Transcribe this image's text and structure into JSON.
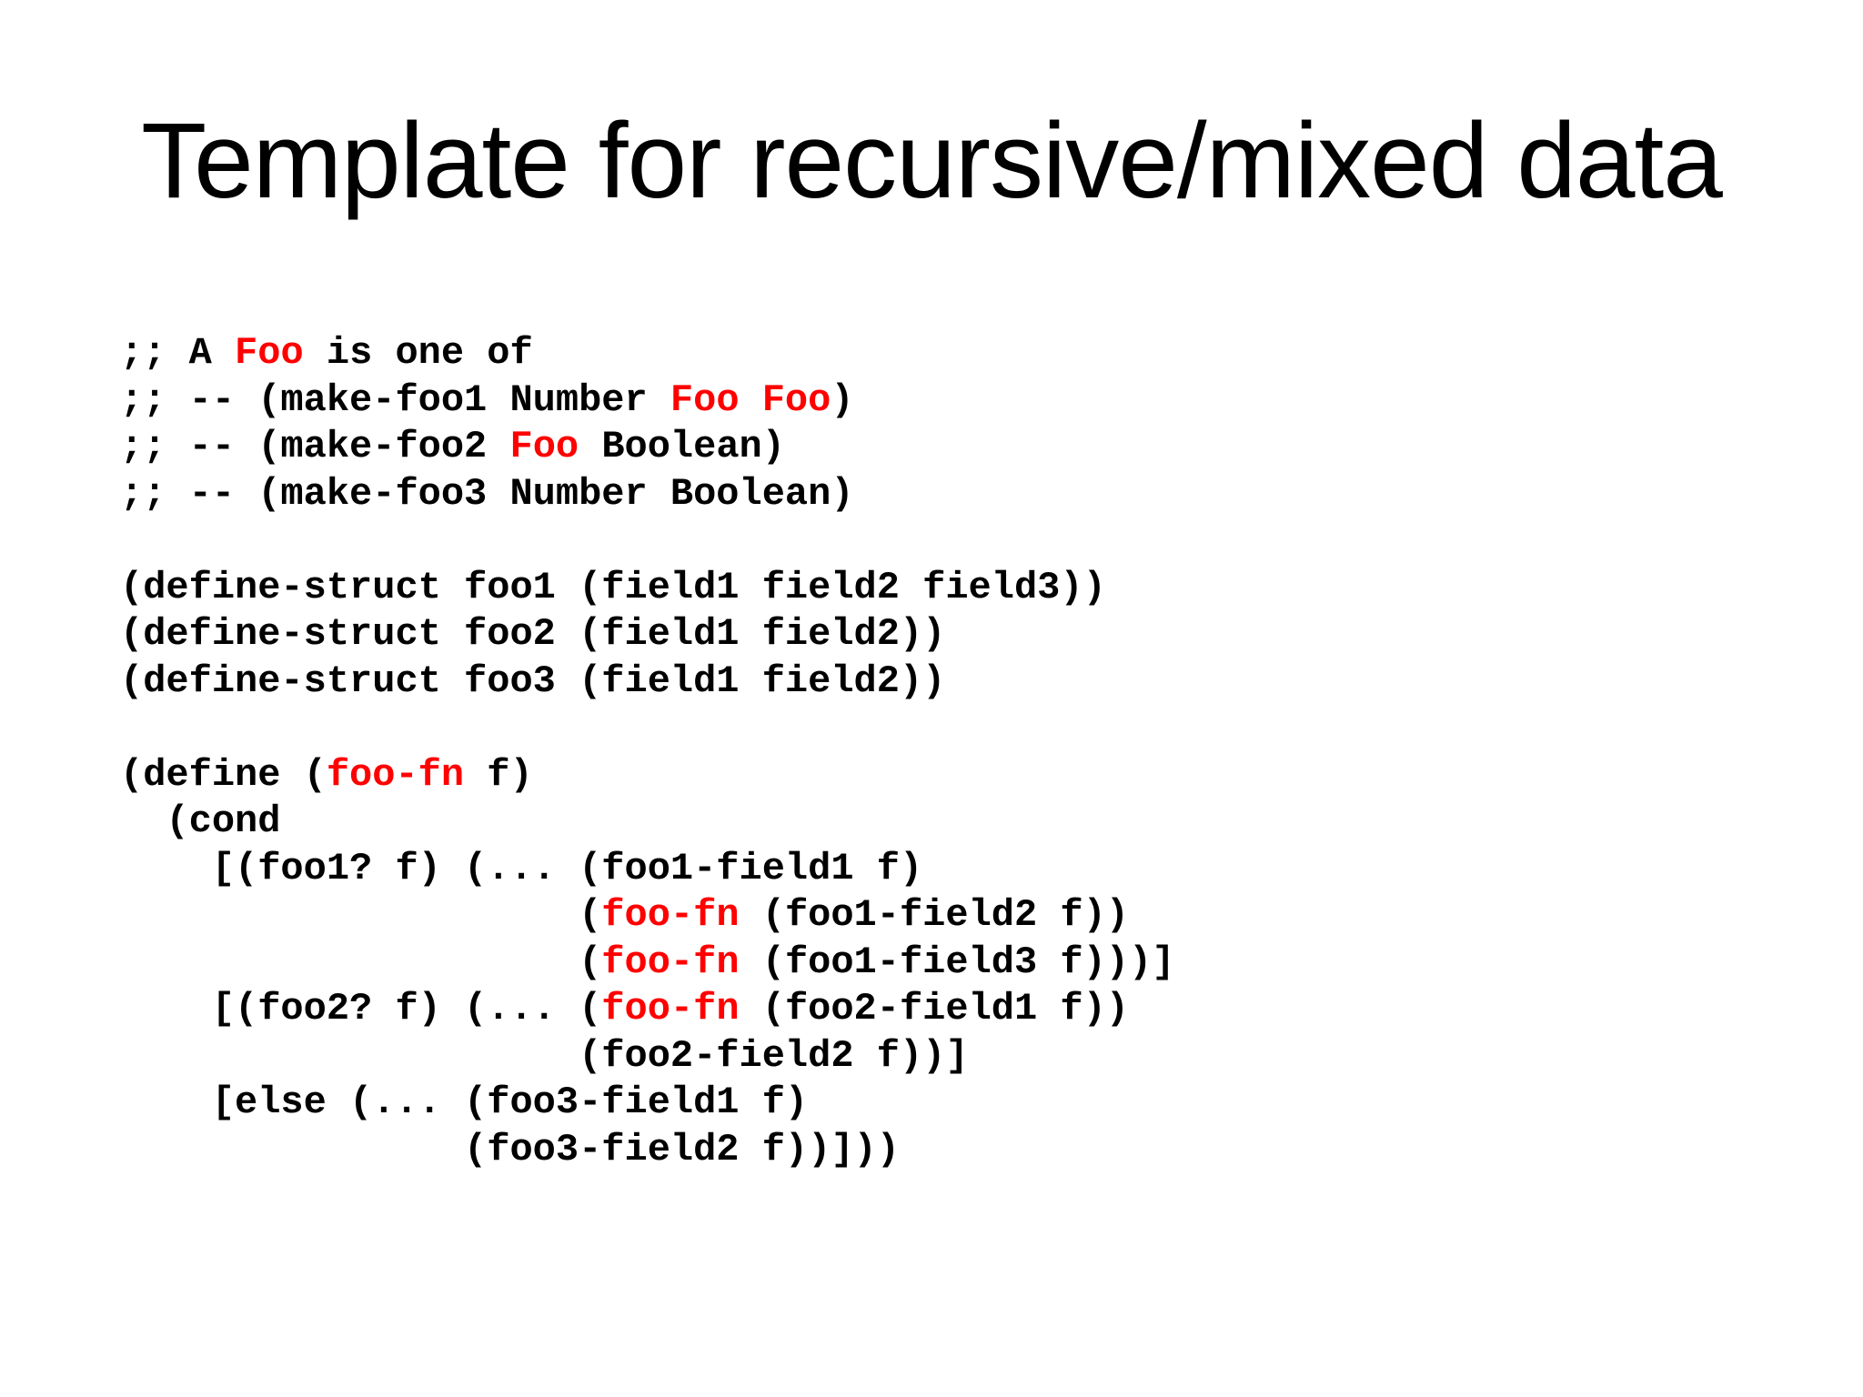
{
  "slide": {
    "title": "Template for recursive/mixed data",
    "colors": {
      "background": "#ffffff",
      "text": "#000000",
      "highlight": "#ff0000"
    },
    "code_lines": [
      {
        "segments": [
          {
            "t": ";; A ",
            "hl": false
          },
          {
            "t": "Foo",
            "hl": true
          },
          {
            "t": " is one of",
            "hl": false
          }
        ]
      },
      {
        "segments": [
          {
            "t": ";; -- (make-foo1 Number ",
            "hl": false
          },
          {
            "t": "Foo Foo",
            "hl": true
          },
          {
            "t": ")",
            "hl": false
          }
        ]
      },
      {
        "segments": [
          {
            "t": ";; -- (make-foo2 ",
            "hl": false
          },
          {
            "t": "Foo",
            "hl": true
          },
          {
            "t": " Boolean)",
            "hl": false
          }
        ]
      },
      {
        "segments": [
          {
            "t": ";; -- (make-foo3 Number Boolean)",
            "hl": false
          }
        ]
      },
      {
        "segments": []
      },
      {
        "segments": [
          {
            "t": "(define-struct foo1 (field1 field2 field3))",
            "hl": false
          }
        ]
      },
      {
        "segments": [
          {
            "t": "(define-struct foo2 (field1 field2))",
            "hl": false
          }
        ]
      },
      {
        "segments": [
          {
            "t": "(define-struct foo3 (field1 field2))",
            "hl": false
          }
        ]
      },
      {
        "segments": []
      },
      {
        "segments": [
          {
            "t": "(define (",
            "hl": false
          },
          {
            "t": "foo-fn",
            "hl": true
          },
          {
            "t": " f)",
            "hl": false
          }
        ]
      },
      {
        "segments": [
          {
            "t": "  (cond",
            "hl": false
          }
        ]
      },
      {
        "segments": [
          {
            "t": "    [(foo1? f) (... (foo1-field1 f)",
            "hl": false
          }
        ]
      },
      {
        "segments": [
          {
            "t": "                    (",
            "hl": false
          },
          {
            "t": "foo-fn",
            "hl": true
          },
          {
            "t": " (foo1-field2 f))",
            "hl": false
          }
        ]
      },
      {
        "segments": [
          {
            "t": "                    (",
            "hl": false
          },
          {
            "t": "foo-fn",
            "hl": true
          },
          {
            "t": " (foo1-field3 f)))]",
            "hl": false
          }
        ]
      },
      {
        "segments": [
          {
            "t": "    [(foo2? f) (... (",
            "hl": false
          },
          {
            "t": "foo-fn",
            "hl": true
          },
          {
            "t": " (foo2-field1 f))",
            "hl": false
          }
        ]
      },
      {
        "segments": [
          {
            "t": "                    (foo2-field2 f))]",
            "hl": false
          }
        ]
      },
      {
        "segments": [
          {
            "t": "    [else (... (foo3-field1 f)",
            "hl": false
          }
        ]
      },
      {
        "segments": [
          {
            "t": "               (foo3-field2 f))]))",
            "hl": false
          }
        ]
      }
    ]
  }
}
